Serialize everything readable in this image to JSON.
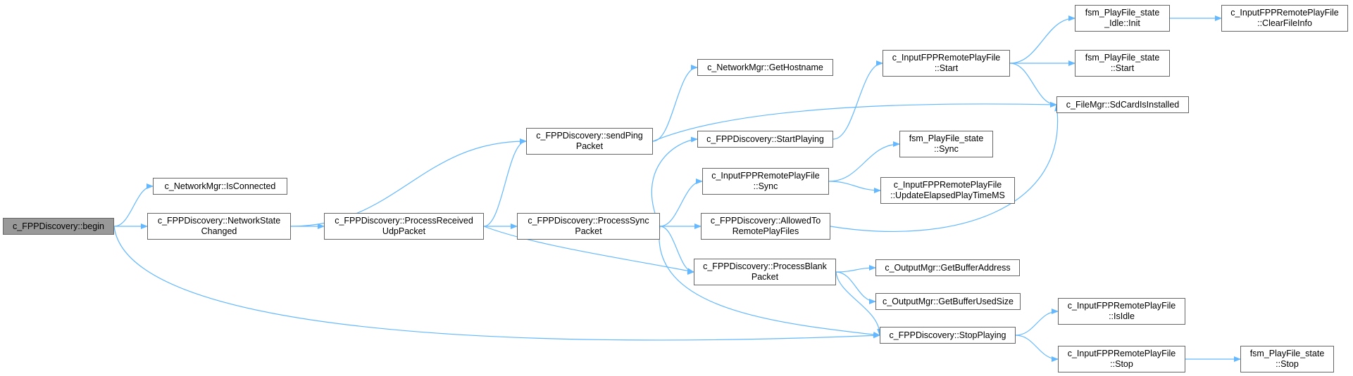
{
  "colors": {
    "edge": "#63b8ff",
    "node_border": "#666666",
    "root_fill": "#999999"
  },
  "nodes": {
    "begin": {
      "lines": [
        "c_FPPDiscovery::begin"
      ]
    },
    "isConnected": {
      "lines": [
        "c_NetworkMgr::IsConnected"
      ]
    },
    "netState": {
      "lines": [
        "c_FPPDiscovery::NetworkState",
        "Changed"
      ]
    },
    "procUdp": {
      "lines": [
        "c_FPPDiscovery::ProcessReceived",
        "UdpPacket"
      ]
    },
    "sendPing": {
      "lines": [
        "c_FPPDiscovery::sendPing",
        "Packet"
      ]
    },
    "procSync": {
      "lines": [
        "c_FPPDiscovery::ProcessSync",
        "Packet"
      ]
    },
    "getHost": {
      "lines": [
        "c_NetworkMgr::GetHostname"
      ]
    },
    "startPlaying": {
      "lines": [
        "c_FPPDiscovery::StartPlaying"
      ]
    },
    "remSync": {
      "lines": [
        "c_InputFPPRemotePlayFile",
        "::Sync"
      ]
    },
    "allowed": {
      "lines": [
        "c_FPPDiscovery::AllowedTo",
        "RemotePlayFiles"
      ]
    },
    "procBlank": {
      "lines": [
        "c_FPPDiscovery::ProcessBlank",
        "Packet"
      ]
    },
    "stopPlaying": {
      "lines": [
        "c_FPPDiscovery::StopPlaying"
      ]
    },
    "remStart": {
      "lines": [
        "c_InputFPPRemotePlayFile",
        "::Start"
      ]
    },
    "fsmSync": {
      "lines": [
        "fsm_PlayFile_state",
        "::Sync"
      ]
    },
    "updElapsed": {
      "lines": [
        "c_InputFPPRemotePlayFile",
        "::UpdateElapsedPlayTimeMS"
      ]
    },
    "getBufAddr": {
      "lines": [
        "c_OutputMgr::GetBufferAddress"
      ]
    },
    "getBufUsed": {
      "lines": [
        "c_OutputMgr::GetBufferUsedSize"
      ]
    },
    "idleInit": {
      "lines": [
        "fsm_PlayFile_state",
        "_Idle::Init"
      ]
    },
    "fsmStart": {
      "lines": [
        "fsm_PlayFile_state",
        "::Start"
      ]
    },
    "sdCard": {
      "lines": [
        "c_FileMgr::SdCardIsInstalled"
      ]
    },
    "isIdle": {
      "lines": [
        "c_InputFPPRemotePlayFile",
        "::IsIdle"
      ]
    },
    "remStop": {
      "lines": [
        "c_InputFPPRemotePlayFile",
        "::Stop"
      ]
    },
    "clearFile": {
      "lines": [
        "c_InputFPPRemotePlayFile",
        "::ClearFileInfo"
      ]
    },
    "fsmStop": {
      "lines": [
        "fsm_PlayFile_state",
        "::Stop"
      ]
    }
  },
  "edges": [
    [
      "begin",
      "isConnected"
    ],
    [
      "begin",
      "netState"
    ],
    [
      "begin",
      "stopPlaying"
    ],
    [
      "netState",
      "sendPing"
    ],
    [
      "netState",
      "procUdp"
    ],
    [
      "procUdp",
      "sendPing"
    ],
    [
      "procUdp",
      "procSync"
    ],
    [
      "procUdp",
      "procBlank"
    ],
    [
      "sendPing",
      "getHost"
    ],
    [
      "sendPing",
      "sdCard"
    ],
    [
      "procSync",
      "startPlaying"
    ],
    [
      "procSync",
      "remSync"
    ],
    [
      "procSync",
      "allowed"
    ],
    [
      "procSync",
      "procBlank"
    ],
    [
      "procSync",
      "stopPlaying"
    ],
    [
      "startPlaying",
      "remStart"
    ],
    [
      "remStart",
      "idleInit"
    ],
    [
      "remStart",
      "fsmStart"
    ],
    [
      "remStart",
      "sdCard"
    ],
    [
      "idleInit",
      "clearFile"
    ],
    [
      "remSync",
      "fsmSync"
    ],
    [
      "remSync",
      "updElapsed"
    ],
    [
      "allowed",
      "sdCard"
    ],
    [
      "procBlank",
      "getBufAddr"
    ],
    [
      "procBlank",
      "getBufUsed"
    ],
    [
      "procBlank",
      "stopPlaying"
    ],
    [
      "stopPlaying",
      "isIdle"
    ],
    [
      "stopPlaying",
      "remStop"
    ],
    [
      "remStop",
      "fsmStop"
    ]
  ]
}
